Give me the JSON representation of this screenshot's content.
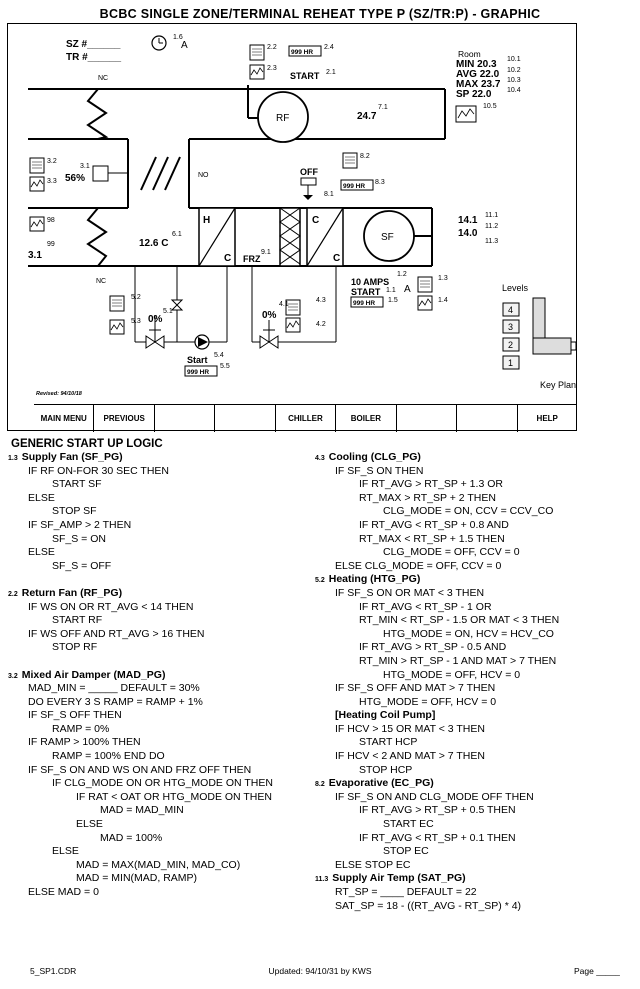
{
  "title": "BCBC SINGLE ZONE/TERMINAL REHEAT TYPE P (SZ/TR:P)  -  GRAPHIC",
  "graphic": {
    "sz_label": "SZ #______",
    "tr_label": "TR #______",
    "clock_ref": "1.6",
    "clock_unit": "A",
    "ref_22": "2.2",
    "ref_23": "2.3",
    "ref_24": "2.4",
    "ref_21": "2.1",
    "hours_box": "999 HR",
    "start": "START",
    "rf_label": "RF",
    "rf_temp": "24.7",
    "rf_temp_ref": "7.1",
    "nc_top": "NC",
    "no_label": "NO",
    "nc_bottom": "NC",
    "damper_pct": "56%",
    "ref_31": "3.1",
    "ref_32": "3.2",
    "ref_33": "3.3",
    "ref_98": "98",
    "ref_99": "99",
    "oat_value": "3.1",
    "off_label": "OFF",
    "ref_81": "8.1",
    "ref_82": "8.2",
    "ref_83": "8.3",
    "mat_value": "12.6 C",
    "ref_61": "6.1",
    "h_label": "H",
    "c_label": "C",
    "frz_label": "FRZ",
    "ref_91": "9.1",
    "sf_label": "SF",
    "sa_temp1": "14.1",
    "sa_temp2": "14.0",
    "ref_111": "11.1",
    "ref_112": "11.2",
    "ref_113": "11.3",
    "amps": "10 AMPS",
    "ref_12": "1.2",
    "amp_unit": "A",
    "ref_11": "1.1",
    "ref_15": "1.5",
    "ref_13": "1.3",
    "ref_14": "1.4",
    "ref_41": "4.1",
    "ref_42": "4.2",
    "ref_43": "4.3",
    "cool_valve_pct": "0%",
    "ref_51": "5.1",
    "ref_52": "5.2",
    "ref_53": "5.3",
    "heat_valve_pct": "0%",
    "pump_start": "Start",
    "ref_54": "5.4",
    "ref_55": "5.5",
    "room_label": "Room",
    "room_min": "MIN 20.3",
    "room_avg": "AVG 22.0",
    "room_max": "MAX 23.7",
    "room_sp": "SP   22.0",
    "ref_101": "10.1",
    "ref_102": "10.2",
    "ref_103": "10.3",
    "ref_104": "10.4",
    "ref_105": "10.5",
    "levels_label": "Levels",
    "levels": [
      "4",
      "3",
      "2",
      "1"
    ],
    "key_plan": "Key Plan",
    "revised": "Revised: 94/10/18"
  },
  "menu": [
    "MAIN MENU",
    "PREVIOUS",
    "",
    "",
    "CHILLER",
    "BOILER",
    "",
    "",
    "HELP"
  ],
  "generic_title": "GENERIC START UP LOGIC",
  "logic_left": [
    {
      "ref": "1.3",
      "text": "Supply Fan (SF_PG)",
      "indent": 0,
      "head": true
    },
    {
      "ref": "",
      "text": "IF RF ON-FOR 30 SEC THEN",
      "indent": 1
    },
    {
      "ref": "",
      "text": "START SF",
      "indent": 2
    },
    {
      "ref": "",
      "text": "ELSE",
      "indent": 1
    },
    {
      "ref": "",
      "text": "STOP SF",
      "indent": 2
    },
    {
      "ref": "",
      "text": "IF SF_AMP > 2 THEN",
      "indent": 1
    },
    {
      "ref": "",
      "text": "SF_S = ON",
      "indent": 2
    },
    {
      "ref": "",
      "text": "ELSE",
      "indent": 1
    },
    {
      "ref": "",
      "text": "SF_S = OFF",
      "indent": 2
    },
    {
      "ref": "",
      "text": "",
      "indent": 0
    },
    {
      "ref": "2.2",
      "text": "Return Fan (RF_PG)",
      "indent": 0,
      "head": true
    },
    {
      "ref": "",
      "text": "IF WS ON OR RT_AVG < 14 THEN",
      "indent": 1
    },
    {
      "ref": "",
      "text": "START RF",
      "indent": 2
    },
    {
      "ref": "",
      "text": "IF WS OFF AND RT_AVG > 16 THEN",
      "indent": 1
    },
    {
      "ref": "",
      "text": "STOP RF",
      "indent": 2
    },
    {
      "ref": "",
      "text": "",
      "indent": 0
    },
    {
      "ref": "3.2",
      "text": "Mixed Air Damper (MAD_PG)",
      "indent": 0,
      "head": true
    },
    {
      "ref": "",
      "text": "MAD_MIN = _____ DEFAULT = 30%",
      "indent": 1
    },
    {
      "ref": "",
      "text": "DO EVERY 3 S RAMP = RAMP + 1%",
      "indent": 1
    },
    {
      "ref": "",
      "text": "IF SF_S OFF THEN",
      "indent": 1
    },
    {
      "ref": "",
      "text": "RAMP = 0%",
      "indent": 2
    },
    {
      "ref": "",
      "text": "IF RAMP > 100% THEN",
      "indent": 1
    },
    {
      "ref": "",
      "text": "RAMP = 100% END DO",
      "indent": 2
    },
    {
      "ref": "",
      "text": "IF SF_S ON AND WS ON AND FRZ OFF THEN",
      "indent": 1
    },
    {
      "ref": "",
      "text": "IF CLG_MODE ON OR HTG_MODE ON THEN",
      "indent": 2
    },
    {
      "ref": "",
      "text": "IF RAT < OAT OR HTG_MODE ON THEN",
      "indent": 3
    },
    {
      "ref": "",
      "text": "MAD = MAD_MIN",
      "indent": 4
    },
    {
      "ref": "",
      "text": "ELSE",
      "indent": 3
    },
    {
      "ref": "",
      "text": "MAD = 100%",
      "indent": 4
    },
    {
      "ref": "",
      "text": "ELSE",
      "indent": 2
    },
    {
      "ref": "",
      "text": "MAD = MAX(MAD_MIN, MAD_CO)",
      "indent": 3
    },
    {
      "ref": "",
      "text": "MAD = MIN(MAD, RAMP)",
      "indent": 3
    },
    {
      "ref": "",
      "text": "ELSE MAD = 0",
      "indent": 1
    }
  ],
  "logic_right": [
    {
      "ref": "4.3",
      "text": "Cooling (CLG_PG)",
      "indent": 0,
      "head": true
    },
    {
      "ref": "",
      "text": "IF SF_S ON THEN",
      "indent": 1
    },
    {
      "ref": "",
      "text": "IF RT_AVG > RT_SP + 1.3 OR",
      "indent": 2
    },
    {
      "ref": "",
      "text": "RT_MAX > RT_SP + 2 THEN",
      "indent": 2
    },
    {
      "ref": "",
      "text": "CLG_MODE = ON, CCV = CCV_CO",
      "indent": 3
    },
    {
      "ref": "",
      "text": "IF RT_AVG < RT_SP + 0.8 AND",
      "indent": 2
    },
    {
      "ref": "",
      "text": "RT_MAX < RT_SP + 1.5 THEN",
      "indent": 2
    },
    {
      "ref": "",
      "text": "CLG_MODE = OFF, CCV = 0",
      "indent": 3
    },
    {
      "ref": "",
      "text": "ELSE CLG_MODE = OFF, CCV = 0",
      "indent": 1
    },
    {
      "ref": "5.2",
      "text": "Heating (HTG_PG)",
      "indent": 0,
      "head": true
    },
    {
      "ref": "",
      "text": "IF SF_S ON OR MAT < 3 THEN",
      "indent": 1
    },
    {
      "ref": "",
      "text": "IF RT_AVG < RT_SP - 1 OR",
      "indent": 2
    },
    {
      "ref": "",
      "text": "RT_MIN < RT_SP - 1.5 OR MAT < 3 THEN",
      "indent": 2
    },
    {
      "ref": "",
      "text": "HTG_MODE = ON, HCV = HCV_CO",
      "indent": 3
    },
    {
      "ref": "",
      "text": "IF RT_AVG > RT_SP - 0.5 AND",
      "indent": 2
    },
    {
      "ref": "",
      "text": "RT_MIN > RT_SP - 1 AND MAT > 7 THEN",
      "indent": 2
    },
    {
      "ref": "",
      "text": "HTG_MODE = OFF, HCV = 0",
      "indent": 3
    },
    {
      "ref": "",
      "text": "IF SF_S OFF AND MAT > 7 THEN",
      "indent": 1
    },
    {
      "ref": "",
      "text": "HTG_MODE = OFF, HCV = 0",
      "indent": 2
    },
    {
      "ref": "",
      "text": "[Heating Coil Pump]",
      "indent": 1,
      "head": true
    },
    {
      "ref": "",
      "text": "IF HCV > 15 OR MAT < 3 THEN",
      "indent": 1
    },
    {
      "ref": "",
      "text": "START HCP",
      "indent": 2
    },
    {
      "ref": "",
      "text": "IF HCV < 2 AND MAT > 7 THEN",
      "indent": 1
    },
    {
      "ref": "",
      "text": "STOP HCP",
      "indent": 2
    },
    {
      "ref": "8.2",
      "text": "Evaporative (EC_PG)",
      "indent": 0,
      "head": true
    },
    {
      "ref": "",
      "text": "IF SF_S ON AND CLG_MODE OFF THEN",
      "indent": 1
    },
    {
      "ref": "",
      "text": "IF RT_AVG > RT_SP + 0.5 THEN",
      "indent": 2
    },
    {
      "ref": "",
      "text": "START EC",
      "indent": 3
    },
    {
      "ref": "",
      "text": "IF RT_AVG < RT_SP + 0.1 THEN",
      "indent": 2
    },
    {
      "ref": "",
      "text": "STOP EC",
      "indent": 3
    },
    {
      "ref": "",
      "text": "ELSE STOP EC",
      "indent": 1
    },
    {
      "ref": "11.3",
      "text": "Supply Air Temp (SAT_PG)",
      "indent": 0,
      "head": true
    },
    {
      "ref": "",
      "text": "RT_SP = ____ DEFAULT = 22",
      "indent": 1
    },
    {
      "ref": "",
      "text": "SAT_SP = 18 - ((RT_AVG - RT_SP) * 4)",
      "indent": 1
    }
  ],
  "footer": {
    "file": "5_SP1.CDR",
    "updated": "Updated: 94/10/31 by KWS",
    "page": "Page _____"
  }
}
